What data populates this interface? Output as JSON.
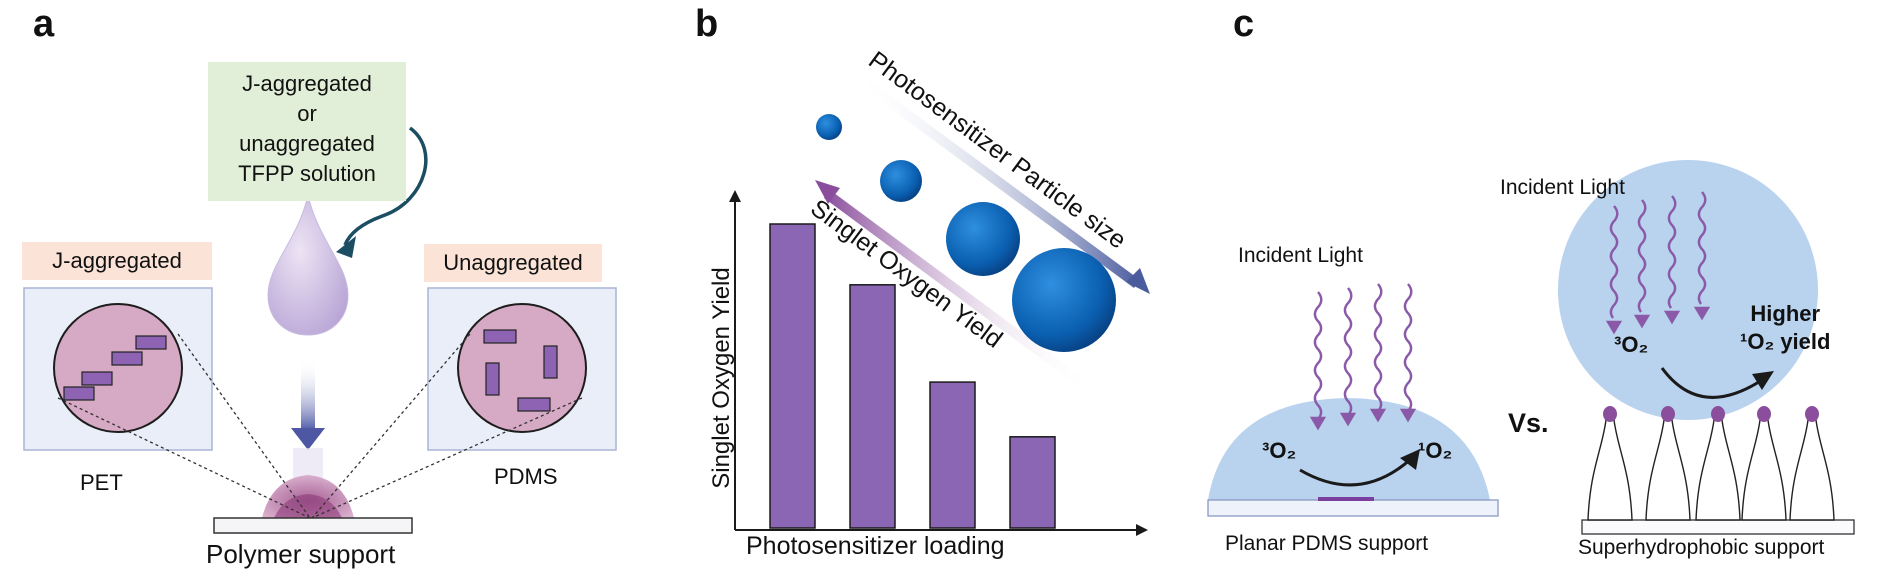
{
  "panels": {
    "a": "a",
    "b": "b",
    "c": "c"
  },
  "panel_a": {
    "solution_lines": [
      "J-aggregated",
      "or",
      "unaggregated",
      "TFPP solution"
    ],
    "left_tag": "J-aggregated",
    "right_tag": "Unaggregated",
    "left_substrate": "PET",
    "right_substrate": "PDMS",
    "support_label": "Polymer support"
  },
  "panel_b": {
    "y_axis_label": "Singlet Oxygen Yield",
    "x_axis_label": "Photosensitizer loading",
    "arrow_particle_size": "Photosensitizer Particle size",
    "arrow_singlet_yield": "Singlet Oxygen Yield",
    "bar_color": "#8b66b5",
    "bar_values": [
      1.0,
      0.8,
      0.48,
      0.3
    ]
  },
  "panel_c": {
    "left_light": "Incident Light",
    "left_triplet": "³O₂",
    "left_singlet": "¹O₂",
    "left_support": "Planar PDMS support",
    "versus": "Vs.",
    "right_light": "Incident Light",
    "right_triplet": "³O₂",
    "right_higher": "Higher",
    "right_yield": "¹O₂ yield",
    "right_support": "Superhydrophobic support"
  }
}
